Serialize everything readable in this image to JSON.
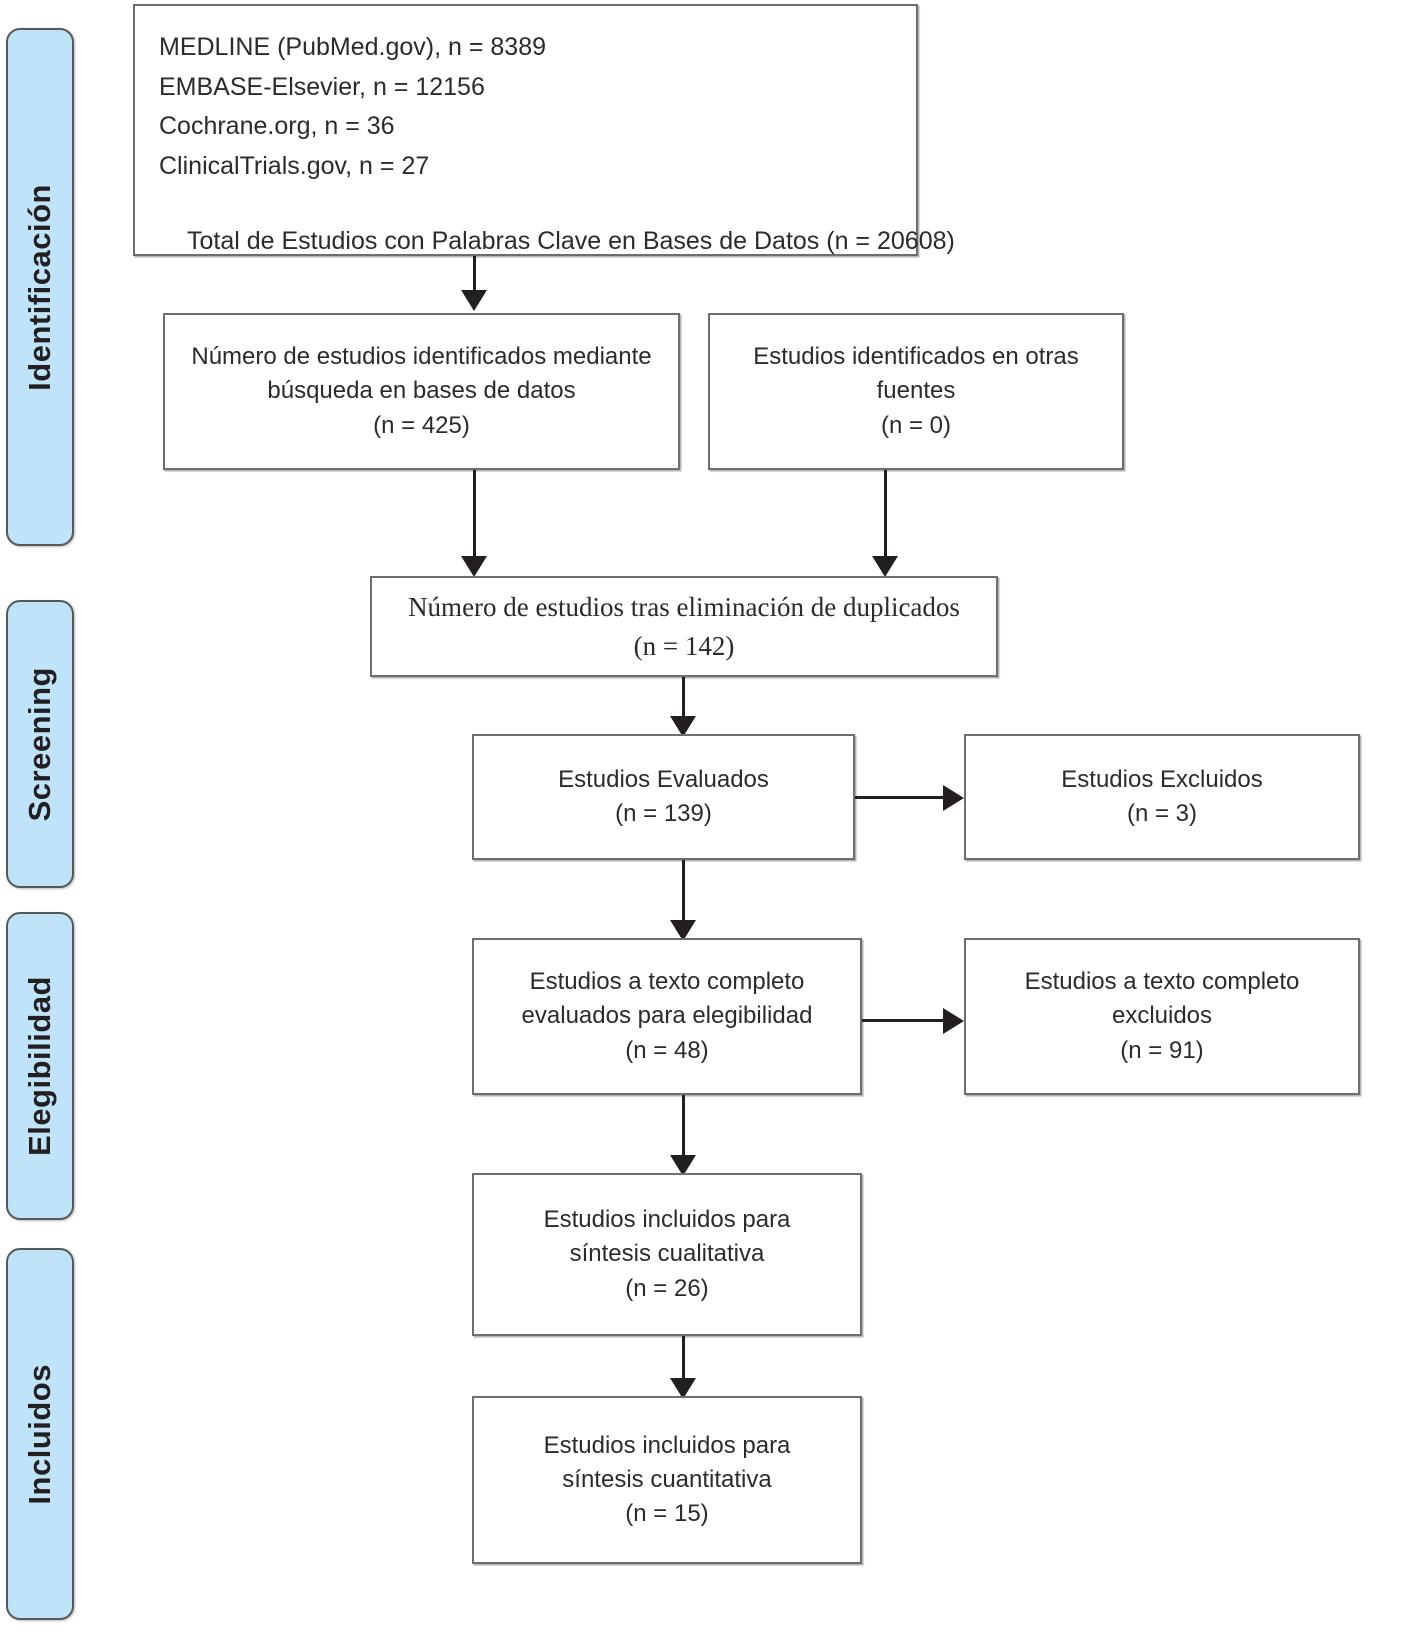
{
  "diagram": {
    "title": "Diagrama de flujo PRISMA",
    "language": "es",
    "accent_color": "#bfe4f9",
    "border_color": "#6d6e71",
    "line_color": "#231f20"
  },
  "stages": [
    {
      "label": "Identificación"
    },
    {
      "label": "Screening"
    },
    {
      "label": "Elegibilidad"
    },
    {
      "label": "Incluidos"
    }
  ],
  "boxes": {
    "sources": {
      "lines": [
        "MEDLINE (PubMed.gov), n = 8389",
        "EMBASE-Elsevier, n = 12156",
        "Cochrane.org, n = 36",
        "ClinicalTrials.gov, n = 27"
      ],
      "total": "Total de Estudios con Palabras Clave en Bases de Datos (n = 20608)"
    },
    "database_search": {
      "line1": "Número de estudios identificados mediante",
      "line2": "búsqueda en bases de datos",
      "count": "(n = 425)"
    },
    "other_sources": {
      "line1": "Estudios identificados en otras",
      "line2": "fuentes",
      "count": "(n = 0)"
    },
    "after_duplicates": {
      "line1": "Número de estudios tras eliminación de duplicados",
      "count": "(n = 142)"
    },
    "screened": {
      "line1": "Estudios Evaluados",
      "count": "(n = 139)"
    },
    "screened_excluded": {
      "line1": "Estudios Excluidos",
      "count": "(n = 3)"
    },
    "fulltext_assessed": {
      "line1": "Estudios a texto completo",
      "line2": "evaluados para elegibilidad",
      "count": "(n = 48)"
    },
    "fulltext_excluded": {
      "line1": "Estudios a texto completo",
      "line2": "excluidos",
      "count": "(n = 91)"
    },
    "qualitative": {
      "line1": "Estudios incluidos para",
      "line2": "síntesis cualitativa",
      "count": "(n = 26)"
    },
    "quantitative": {
      "line1": "Estudios incluidos para",
      "line2": "síntesis cuantitativa",
      "count": "(n = 15)"
    }
  },
  "chart_data": {
    "type": "diagram",
    "title": "PRISMA flow diagram (Spanish)",
    "stages": [
      "Identificación",
      "Screening",
      "Elegibilidad",
      "Incluidos"
    ],
    "nodes": [
      {
        "id": "sources",
        "stage": "Identificación",
        "label": "Total de Estudios con Palabras Clave en Bases de Datos",
        "n": 20608,
        "breakdown": [
          {
            "source": "MEDLINE (PubMed.gov)",
            "n": 8389
          },
          {
            "source": "EMBASE-Elsevier",
            "n": 12156
          },
          {
            "source": "Cochrane.org",
            "n": 36
          },
          {
            "source": "ClinicalTrials.gov",
            "n": 27
          }
        ]
      },
      {
        "id": "database_search",
        "stage": "Identificación",
        "label": "Número de estudios identificados mediante búsqueda en bases de datos",
        "n": 425
      },
      {
        "id": "other_sources",
        "stage": "Identificación",
        "label": "Estudios identificados en otras fuentes",
        "n": 0
      },
      {
        "id": "after_duplicates",
        "stage": "Screening",
        "label": "Número de estudios tras eliminación de duplicados",
        "n": 142
      },
      {
        "id": "screened",
        "stage": "Screening",
        "label": "Estudios Evaluados",
        "n": 139
      },
      {
        "id": "screened_excluded",
        "stage": "Screening",
        "label": "Estudios Excluidos",
        "n": 3
      },
      {
        "id": "fulltext_assessed",
        "stage": "Elegibilidad",
        "label": "Estudios a texto completo evaluados para elegibilidad",
        "n": 48
      },
      {
        "id": "fulltext_excluded",
        "stage": "Elegibilidad",
        "label": "Estudios a texto completo excluidos",
        "n": 91
      },
      {
        "id": "qualitative",
        "stage": "Incluidos",
        "label": "Estudios incluidos para síntesis cualitativa",
        "n": 26
      },
      {
        "id": "quantitative",
        "stage": "Incluidos",
        "label": "Estudios incluidos para síntesis cuantitativa",
        "n": 15
      }
    ],
    "edges": [
      {
        "from": "sources",
        "to": "database_search"
      },
      {
        "from": "database_search",
        "to": "after_duplicates"
      },
      {
        "from": "other_sources",
        "to": "after_duplicates"
      },
      {
        "from": "after_duplicates",
        "to": "screened"
      },
      {
        "from": "screened",
        "to": "screened_excluded"
      },
      {
        "from": "screened",
        "to": "fulltext_assessed"
      },
      {
        "from": "fulltext_assessed",
        "to": "fulltext_excluded"
      },
      {
        "from": "fulltext_assessed",
        "to": "qualitative"
      },
      {
        "from": "qualitative",
        "to": "quantitative"
      }
    ]
  }
}
